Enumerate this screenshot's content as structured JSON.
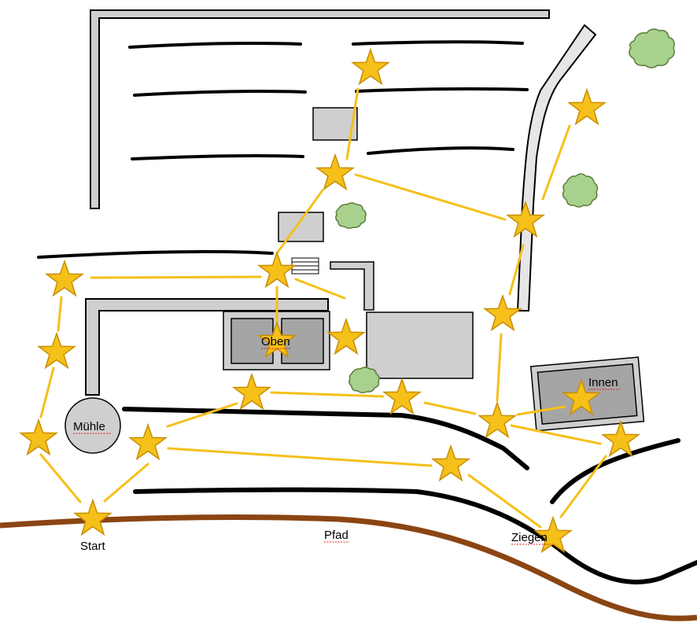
{
  "labels": {
    "start": "Start",
    "muehle": "Mühle",
    "oben": "Oben",
    "innen": "Innen",
    "pfad": "Pfad",
    "ziegen": "Ziegen"
  },
  "colors": {
    "route": "#f5c01a",
    "star_fill": "#f5c01a",
    "star_stroke": "#c98f00",
    "building_fill": "#d0cfcf",
    "building_inner": "#a6a5a5",
    "path_brown": "#8b4513",
    "wall_black": "#000000",
    "tree_fill": "#a9d18e",
    "tree_stroke": "#5a7f3c"
  }
}
